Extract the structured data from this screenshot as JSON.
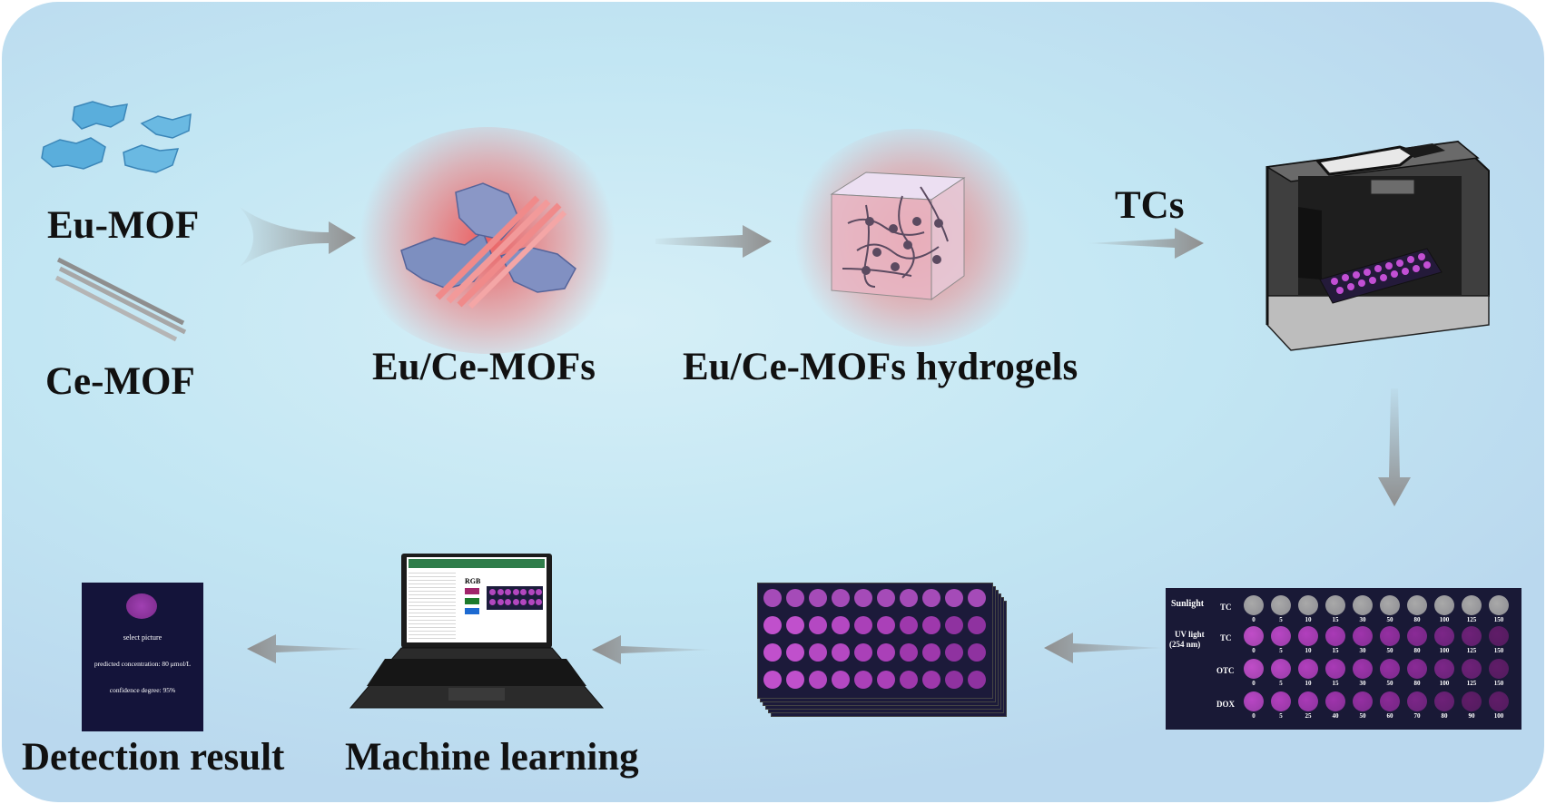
{
  "labels": {
    "eu_mof": "Eu-MOF",
    "ce_mof": "Ce-MOF",
    "eu_ce_mofs": "Eu/Ce-MOFs",
    "hydrogels": "Eu/Ce-MOFs hydrogels",
    "tcs": "TCs",
    "machine_learning": "Machine learning",
    "detection_result": "Detection result"
  },
  "result_screen": {
    "select": "select picture",
    "prediction": "predicted concentration: 80 μmol/L",
    "confidence": "confidence degree: 95%"
  },
  "laptop_screen": {
    "rgb_label": "RGB"
  },
  "plate": {
    "sunlight_label": "Sunlight",
    "uv_label_1": "UV light",
    "uv_label_2": "(254 nm)",
    "rows": [
      {
        "name": "TC",
        "conc": [
          "0",
          "5",
          "10",
          "15",
          "30",
          "50",
          "80",
          "100",
          "125",
          "150"
        ]
      },
      {
        "name": "TC",
        "conc": [
          "0",
          "5",
          "10",
          "15",
          "30",
          "50",
          "80",
          "100",
          "125",
          "150"
        ]
      },
      {
        "name": "OTC",
        "conc": [
          "0",
          "5",
          "10",
          "15",
          "30",
          "50",
          "80",
          "100",
          "125",
          "150"
        ]
      },
      {
        "name": "DOX",
        "conc": [
          "0",
          "5",
          "25",
          "40",
          "50",
          "60",
          "70",
          "80",
          "90",
          "100"
        ]
      }
    ]
  },
  "colors": {
    "background": "#c2e6f3",
    "arrow": "#8f8f8f",
    "mof_blue": "#6cb6df",
    "glow_red": "#f07070",
    "plate_bg": "#191936",
    "well_magenta": "#b03bb8",
    "well_gray": "#a9a9a9"
  }
}
